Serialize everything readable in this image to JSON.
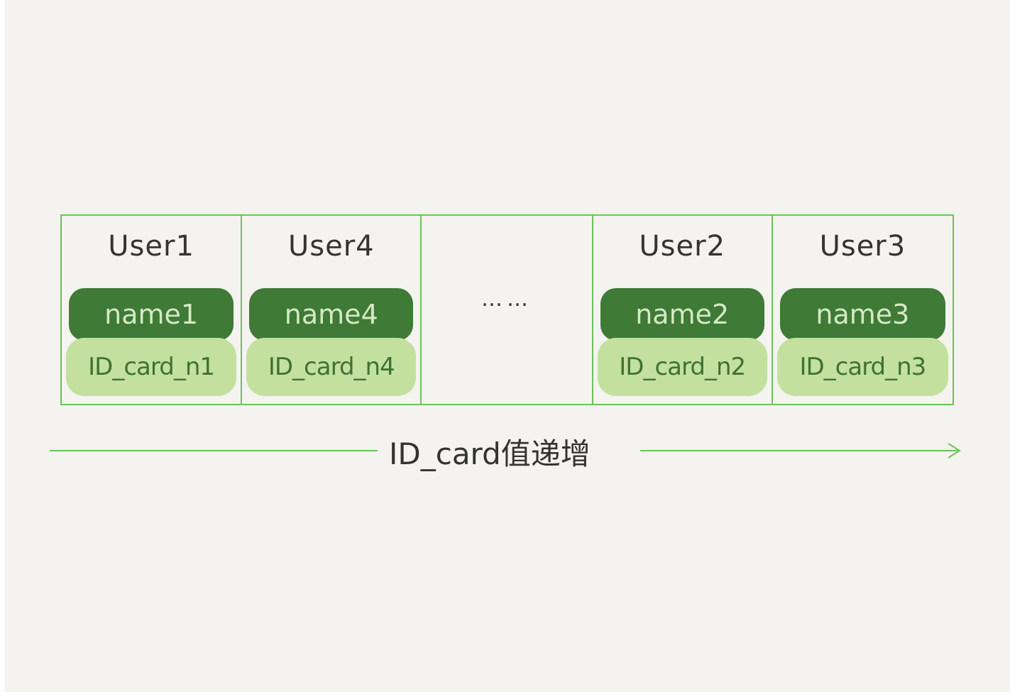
{
  "diagram": {
    "cells": [
      {
        "user": "User1",
        "name": "name1",
        "id_card": "ID_card_n1"
      },
      {
        "user": "User4",
        "name": "name4",
        "id_card": "ID_card_n4"
      },
      {
        "ellipsis": "……"
      },
      {
        "user": "User2",
        "name": "name2",
        "id_card": "ID_card_n2"
      },
      {
        "user": "User3",
        "name": "name3",
        "id_card": "ID_card_n3"
      }
    ],
    "axis_label": "ID_card值递增"
  },
  "colors": {
    "background": "#f4f3ef",
    "border": "#6cc25c",
    "name_pill": "#3f7a36",
    "name_text": "#d4e9c5",
    "id_pill": "#c3e09f",
    "id_text": "#3e7234",
    "arrow": "#6cc25c"
  }
}
